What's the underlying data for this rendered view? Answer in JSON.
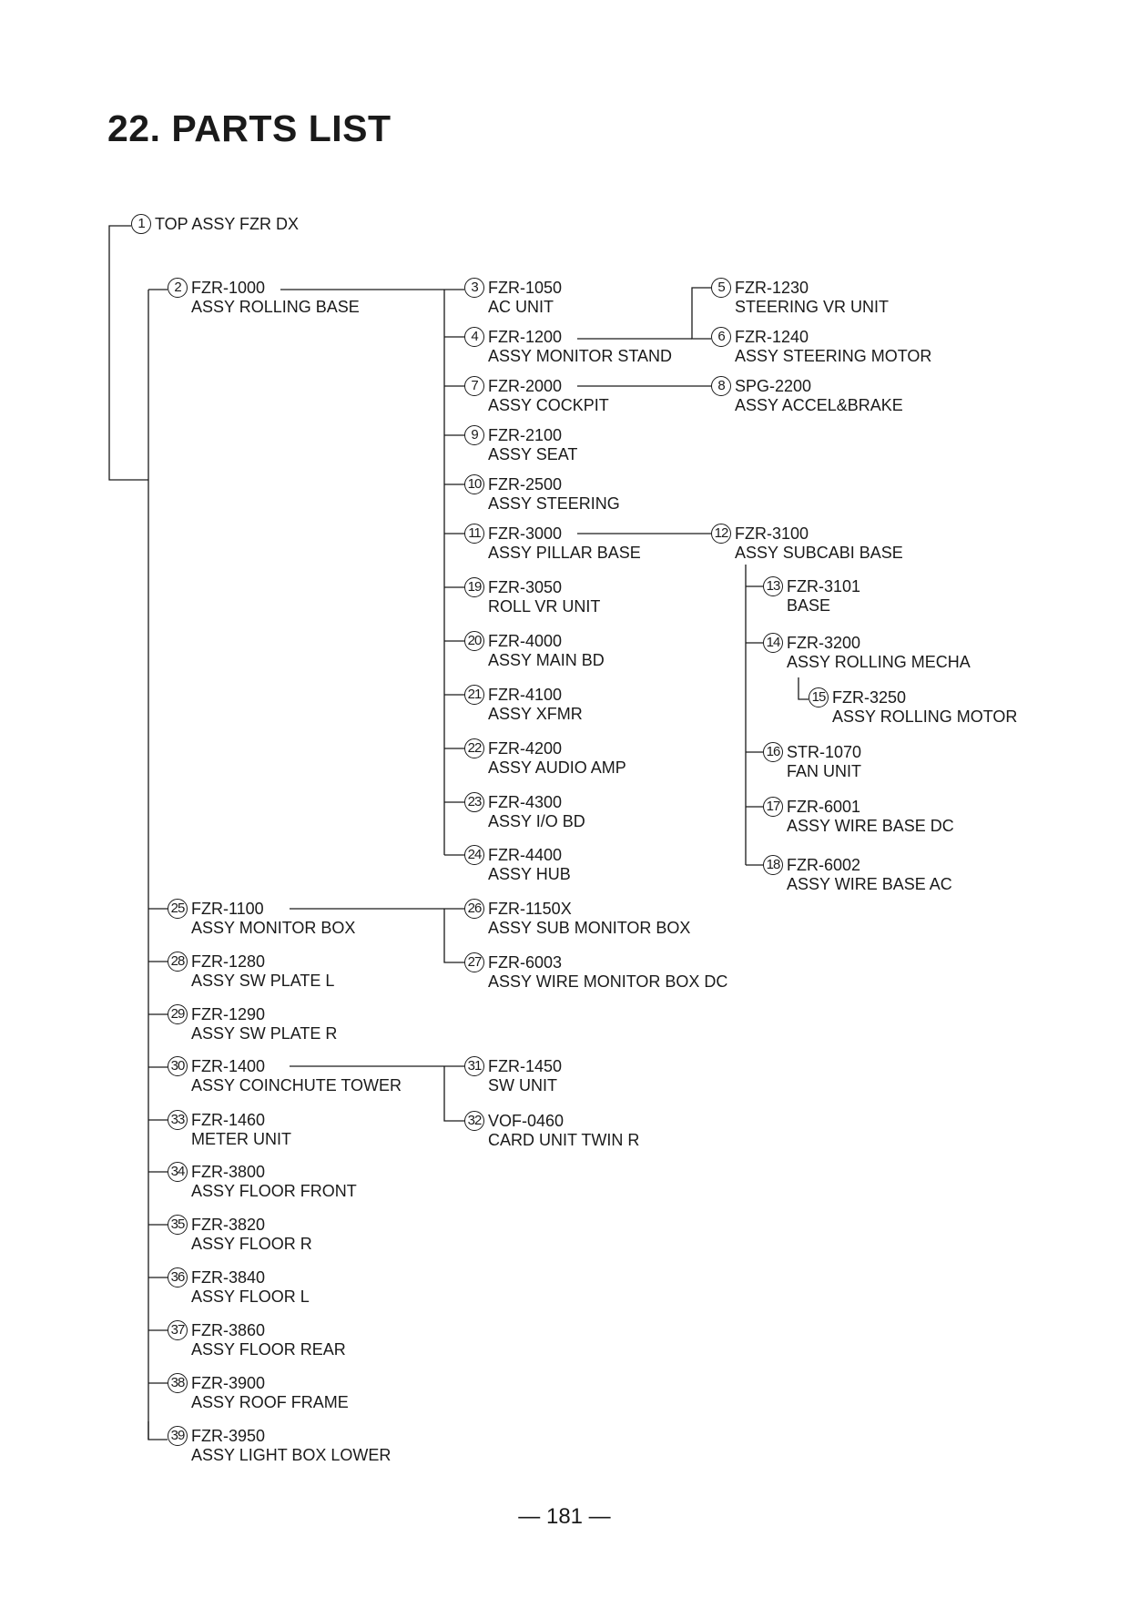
{
  "document": {
    "title": "22.  PARTS LIST",
    "page_number": "— 181 —"
  },
  "parts": {
    "n1": {
      "num": "1",
      "line1": "TOP ASSY FZR DX",
      "line2": ""
    },
    "n2": {
      "num": "2",
      "line1": "FZR-1000",
      "line2": "ASSY ROLLING BASE"
    },
    "n3": {
      "num": "3",
      "line1": "FZR-1050",
      "line2": "AC UNIT"
    },
    "n4": {
      "num": "4",
      "line1": "FZR-1200",
      "line2": "ASSY MONITOR STAND"
    },
    "n5": {
      "num": "5",
      "line1": "FZR-1230",
      "line2": "STEERING VR UNIT"
    },
    "n6": {
      "num": "6",
      "line1": "FZR-1240",
      "line2": "ASSY STEERING MOTOR"
    },
    "n7": {
      "num": "7",
      "line1": "FZR-2000",
      "line2": "ASSY COCKPIT"
    },
    "n8": {
      "num": "8",
      "line1": "SPG-2200",
      "line2": "ASSY ACCEL&BRAKE"
    },
    "n9": {
      "num": "9",
      "line1": "FZR-2100",
      "line2": "ASSY SEAT"
    },
    "n10": {
      "num": "10",
      "line1": "FZR-2500",
      "line2": "ASSY STEERING"
    },
    "n11": {
      "num": "11",
      "line1": "FZR-3000",
      "line2": "ASSY PILLAR BASE"
    },
    "n12": {
      "num": "12",
      "line1": "FZR-3100",
      "line2": "ASSY SUBCABI BASE"
    },
    "n13": {
      "num": "13",
      "line1": "FZR-3101",
      "line2": "BASE"
    },
    "n14": {
      "num": "14",
      "line1": "FZR-3200",
      "line2": "ASSY ROLLING MECHA"
    },
    "n15": {
      "num": "15",
      "line1": "FZR-3250",
      "line2": "ASSY ROLLING MOTOR"
    },
    "n16": {
      "num": "16",
      "line1": "STR-1070",
      "line2": "FAN UNIT"
    },
    "n17": {
      "num": "17",
      "line1": "FZR-6001",
      "line2": "ASSY WIRE BASE DC"
    },
    "n18": {
      "num": "18",
      "line1": "FZR-6002",
      "line2": "ASSY WIRE BASE AC"
    },
    "n19": {
      "num": "19",
      "line1": "FZR-3050",
      "line2": "ROLL VR UNIT"
    },
    "n20": {
      "num": "20",
      "line1": "FZR-4000",
      "line2": "ASSY MAIN BD"
    },
    "n21": {
      "num": "21",
      "line1": "FZR-4100",
      "line2": "ASSY XFMR"
    },
    "n22": {
      "num": "22",
      "line1": "FZR-4200",
      "line2": "ASSY AUDIO AMP"
    },
    "n23": {
      "num": "23",
      "line1": "FZR-4300",
      "line2": "ASSY I/O BD"
    },
    "n24": {
      "num": "24",
      "line1": "FZR-4400",
      "line2": "ASSY HUB"
    },
    "n25": {
      "num": "25",
      "line1": "FZR-1100",
      "line2": "ASSY MONITOR BOX"
    },
    "n26": {
      "num": "26",
      "line1": "FZR-1150X",
      "line2": "ASSY SUB MONITOR BOX"
    },
    "n27": {
      "num": "27",
      "line1": "FZR-6003",
      "line2": "ASSY WIRE MONITOR BOX DC"
    },
    "n28": {
      "num": "28",
      "line1": "FZR-1280",
      "line2": "ASSY SW PLATE L"
    },
    "n29": {
      "num": "29",
      "line1": "FZR-1290",
      "line2": "ASSY SW PLATE R"
    },
    "n30": {
      "num": "30",
      "line1": "FZR-1400",
      "line2": "ASSY COINCHUTE TOWER"
    },
    "n31": {
      "num": "31",
      "line1": "FZR-1450",
      "line2": "SW UNIT"
    },
    "n32": {
      "num": "32",
      "line1": "VOF-0460",
      "line2": "CARD UNIT TWIN R"
    },
    "n33": {
      "num": "33",
      "line1": "FZR-1460",
      "line2": "METER UNIT"
    },
    "n34": {
      "num": "34",
      "line1": "FZR-3800",
      "line2": "ASSY FLOOR FRONT"
    },
    "n35": {
      "num": "35",
      "line1": "FZR-3820",
      "line2": "ASSY FLOOR R"
    },
    "n36": {
      "num": "36",
      "line1": "FZR-3840",
      "line2": "ASSY FLOOR L"
    },
    "n37": {
      "num": "37",
      "line1": "FZR-3860",
      "line2": "ASSY FLOOR REAR"
    },
    "n38": {
      "num": "38",
      "line1": "FZR-3900",
      "line2": "ASSY ROOF FRAME"
    },
    "n39": {
      "num": "39",
      "line1": "FZR-3950",
      "line2": "ASSY LIGHT BOX LOWER"
    }
  }
}
